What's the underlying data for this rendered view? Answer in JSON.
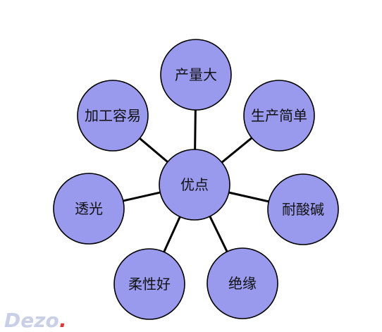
{
  "center": {
    "id": "center",
    "label": "优点"
  },
  "nodes": [
    {
      "id": "high-output",
      "label": "产量大"
    },
    {
      "id": "simple-production",
      "label": "生产简单"
    },
    {
      "id": "acid-alkali-resistant",
      "label": "耐酸碱"
    },
    {
      "id": "insulation",
      "label": "绝缘"
    },
    {
      "id": "soft-flexible",
      "label": "柔性好"
    },
    {
      "id": "translucent",
      "label": "透光"
    },
    {
      "id": "easy-processing",
      "label": "加工容易"
    }
  ],
  "watermark": {
    "text": "Dezo",
    "dot": "."
  },
  "colors": {
    "node_fill": "#9999ee",
    "node_stroke": "#000000",
    "edge": "#000000",
    "watermark": "#c9cfe6",
    "watermark_dot": "#d83a3a"
  }
}
